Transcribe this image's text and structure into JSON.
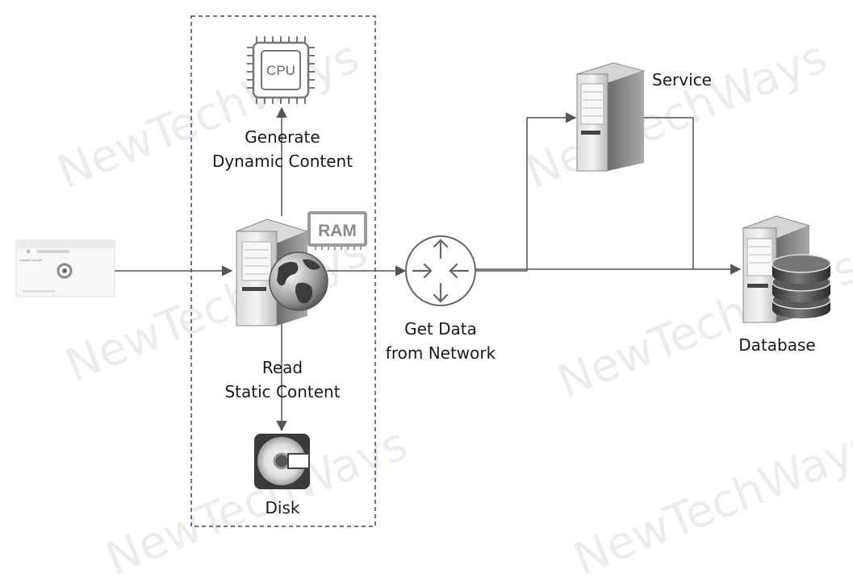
{
  "watermark": "NewTechWays",
  "labels": {
    "generate_line1": "Generate",
    "generate_line2": "Dynamic Content",
    "read_line1": "Read",
    "read_line2": "Static Content",
    "get_data_line1": "Get Data",
    "get_data_line2": "from Network",
    "service": "Service",
    "database": "Database",
    "disk": "Disk"
  },
  "chips": {
    "cpu": "CPU",
    "ram": "RAM"
  },
  "browser": {
    "tab_title": "Google Chrome"
  },
  "colors": {
    "line": "#555555",
    "dashed_box": "#2e4a6b",
    "watermark": "#ececec",
    "server_body": "#8c8c8c",
    "chip_stroke": "#777777"
  }
}
